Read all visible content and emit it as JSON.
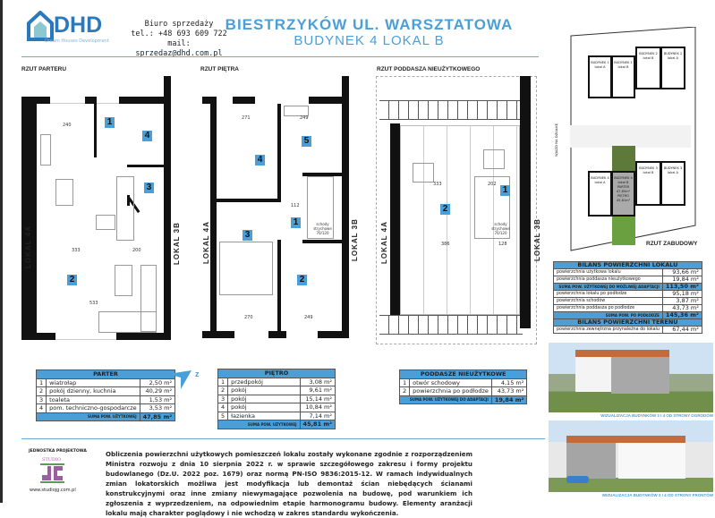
{
  "header": {
    "logo_text": "DHD",
    "logo_sub": "Dream Houses Development",
    "sales_label": "Biuro sprzedaży",
    "phone": "tel.: +48 693 609 722",
    "email": "mail: sprzedaz@dhd.com.pl",
    "title": "BIESTRZYKÓW UL. WARSZTATOWA",
    "subtitle": "BUDYNEK 4 LOKAL B"
  },
  "plans": {
    "parter": {
      "label": "RZUT PARTERU",
      "left": "LOKAL 4A",
      "right": "LOKAL 3B",
      "rooms": [
        "1",
        "2",
        "3",
        "4"
      ],
      "dims": [
        "240",
        "333",
        "200",
        "533"
      ]
    },
    "pietro": {
      "label": "RZUT PIĘTRA",
      "left": "LOKAL 4A",
      "right": "LOKAL 3B",
      "rooms": [
        "1",
        "2",
        "3",
        "4",
        "5"
      ],
      "dims": [
        "271",
        "249",
        "112",
        "270",
        "249"
      ],
      "stairs": "schody strychowe 70/120"
    },
    "poddasze": {
      "label": "RZUT PODDASZA NIEUŻYTKOWEGO",
      "left": "LOKAL 4A",
      "right": "LOKAL 3B",
      "rooms": [
        "1",
        "2"
      ],
      "dims": [
        "333",
        "202",
        "386",
        "128"
      ],
      "stairs": "schody strychowe 70/120"
    }
  },
  "tables": {
    "parter": {
      "title": "PARTER",
      "rows": [
        [
          "1",
          "wiatrołap",
          "2,50 m²"
        ],
        [
          "2",
          "pokój dzienny, kuchnia",
          "40,29 m²"
        ],
        [
          "3",
          "toaleta",
          "1,53 m²"
        ],
        [
          "4",
          "pom. techniczno-gospodarcze",
          "3,53 m²"
        ]
      ],
      "sum_label": "SUMA POW. UŻYTKOWEJ",
      "sum": "47,85 m²"
    },
    "pietro": {
      "title": "PIĘTRO",
      "rows": [
        [
          "1",
          "przedpokój",
          "3,08 m²"
        ],
        [
          "2",
          "pokój",
          "9,61 m²"
        ],
        [
          "3",
          "pokój",
          "15,14 m²"
        ],
        [
          "4",
          "pokój",
          "10,84 m²"
        ],
        [
          "5",
          "łazienka",
          "7,14 m²"
        ]
      ],
      "sum_label": "SUMA POW. UŻYTKOWEJ",
      "sum": "45,81 m²"
    },
    "poddasze": {
      "title": "PODDASZE NIEUŻYTKOWE",
      "rows": [
        [
          "1",
          "otwór schodowy",
          "4,15 m²"
        ],
        [
          "2",
          "powierzchnia po podłodze",
          "43,73 m²"
        ]
      ],
      "sum_label": "SUMA POW. UŻYTKOWEJ DO ADAPTACJI",
      "sum": "19,84 m²"
    }
  },
  "site": {
    "title": "RZUT ZABUDOWY",
    "entry": "WJAZD NA DZIAŁKĘ",
    "buildings": [
      [
        "BUDYNEK 1",
        "lokal A"
      ],
      [
        "BUDYNEK 1",
        "lokal B"
      ],
      [
        "BUDYNEK 2",
        "lokal B"
      ],
      [
        "BUDYNEK 2",
        "lokal A"
      ],
      [
        "BUDYNEK 4",
        "lokal A"
      ],
      [
        "BUDYNEK 4",
        "lokal B"
      ],
      [
        "BUDYNEK 3",
        "lokal B"
      ],
      [
        "BUDYNEK 3",
        "lokal A"
      ]
    ],
    "highlight": {
      "parter": "PARTER",
      "parter_area": "47,85m²",
      "pietro": "PIĘTRO",
      "pietro_area": "45,81m²"
    }
  },
  "bilans": {
    "title": "BILANS POWIERZCHNI LOKALU",
    "rows": [
      [
        "powierzchnia użytkowa lokalu",
        "93,66 m²"
      ],
      [
        "powierzchnia poddasza nieużytkowego",
        "19,84 m²"
      ]
    ],
    "sum1_label": "SUMA POW. UŻYTKOWEJ DO MOŻLIWEJ ADAPTACJI",
    "sum1": "113,50 m²",
    "rows2": [
      [
        "powierzchnia lokalu po podłodze",
        "95,18 m²"
      ],
      [
        "powierzchnia schodów",
        "3,87 m²"
      ],
      [
        "powierzchnia poddasza po podłodze",
        "43,73 m²"
      ]
    ],
    "sum2_label": "SUMA POW. PO PODŁODZE",
    "sum2": "145,36 m²",
    "title2": "BILANS POWIERZCHNI TERENU",
    "rows3": [
      [
        "powierzchnia zewnętrzna przynależna do lokalu",
        "67,44 m²"
      ]
    ]
  },
  "visuals": {
    "caption1": "WIZUALIZACJA BUDYNKÓW 3 I 4 OD STRONY OGRODÓW",
    "caption2": "WIZUALIZACJA BUDYNKÓW 3 I 4 OD STRONY FRONTÓW"
  },
  "footer": {
    "studio_label": "JEDNOSTKA PROJEKTOWA",
    "studio_name": "STUDIO",
    "studio_url": "www.studiojg.com.pl",
    "note": "Obliczenia powierzchni użytkowych pomieszczeń lokalu zostały wykonane zgodnie z rozporządzeniem Ministra rozwoju z dnia 10 sierpnia 2022 r. w sprawie szczegółowego zakresu i formy projektu budowlanego (Dz.U. 2022 poz. 1679) oraz normą PN-ISO 9836:2015-12. W ramach indywidualnych zmian lokatorskich możliwa jest modyfikacja lub demontaż ścian niebędących ścianami konstrukcyjnymi oraz inne zmiany niewymagające pozwolenia na budowę, pod warunkiem ich zgłoszenia z wyprzedzeniem, na odpowiednim etapie harmonogramu budowy. Elementy aranżacji lokalu mają charakter poglądowy i nie wchodzą w zakres standardu wykończenia."
  },
  "colors": {
    "accent": "#4a9fd8",
    "brand": "#2a79bd",
    "studio": "#9b5fa0"
  }
}
